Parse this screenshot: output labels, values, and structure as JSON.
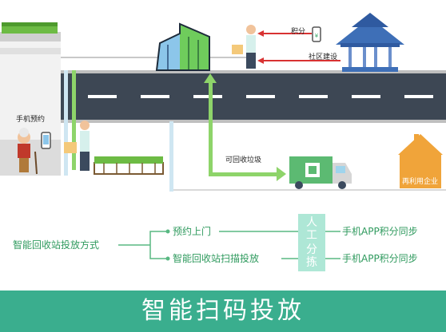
{
  "scene": {
    "phone_booking_label": "手机预约",
    "points_label": "积分",
    "community_label": "社区建设",
    "recyclable_label": "可回收垃圾",
    "enterprise_label": "再利用企业"
  },
  "flow": {
    "root_label": "智能回收站投放方式",
    "branch_top": "预约上门",
    "branch_bottom": "智能回收站扫描投放",
    "manual_sort_chars": [
      "人",
      "工",
      "分",
      "拣"
    ],
    "sync_top": "手机APP积分同步",
    "sync_bottom": "手机APP积分同步"
  },
  "footer": {
    "title": "智能扫码投放"
  },
  "colors": {
    "road": "#3d4754",
    "accent_green": "#8ed46a",
    "footer_bg": "#3aae8e",
    "temple_blue": "#3e6fb7",
    "house_orange": "#f0a43a"
  }
}
